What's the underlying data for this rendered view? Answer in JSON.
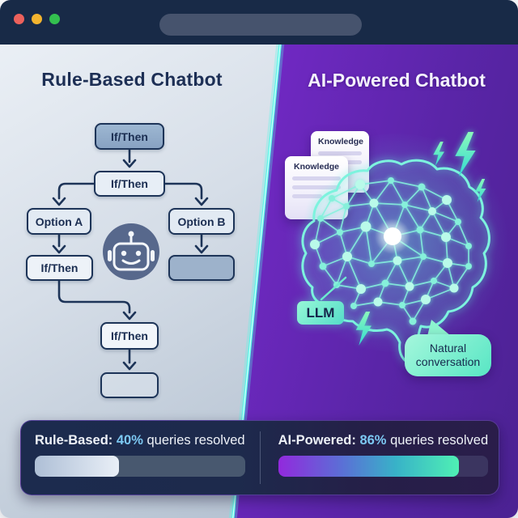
{
  "window": {
    "traffic_lights": [
      {
        "name": "close",
        "color": "#ec615c"
      },
      {
        "name": "minimize",
        "color": "#f3b42f"
      },
      {
        "name": "maximize",
        "color": "#33c04f"
      }
    ],
    "url_bar_text": ""
  },
  "left_panel": {
    "title": "Rule-Based Chatbot",
    "flow_labels": {
      "box1": "If/Then",
      "box2": "If/Then",
      "option_a": "Option A",
      "option_b": "Option B",
      "box3": "If/Then",
      "box4": "If/Then"
    },
    "icons": [
      "robot-face-icon"
    ]
  },
  "right_panel": {
    "title": "AI-Powered Chatbot",
    "knowledge_card_back": "Knowledge",
    "knowledge_card_front": "Knowledge",
    "llm_badge": "LLM",
    "speech_bubble": "Natural conversation",
    "icons": [
      "lightning-bolt-icon",
      "brain-network-illustration"
    ]
  },
  "stats": {
    "rule_based": {
      "label": "Rule-Based:",
      "value": "40%",
      "suffix": "queries resolved",
      "percent": 40
    },
    "ai_powered": {
      "label": "AI-Powered:",
      "value": "86%",
      "suffix": "queries resolved",
      "percent": 86
    }
  },
  "colors": {
    "chrome_navy": "#182a47",
    "accent_cyan": "#55f7e8",
    "accent_mint": "#63e9c8",
    "panel_purple": "#7129c4",
    "stats_navy": "#1c2b4e",
    "percent_blue": "#7cc8f2"
  }
}
